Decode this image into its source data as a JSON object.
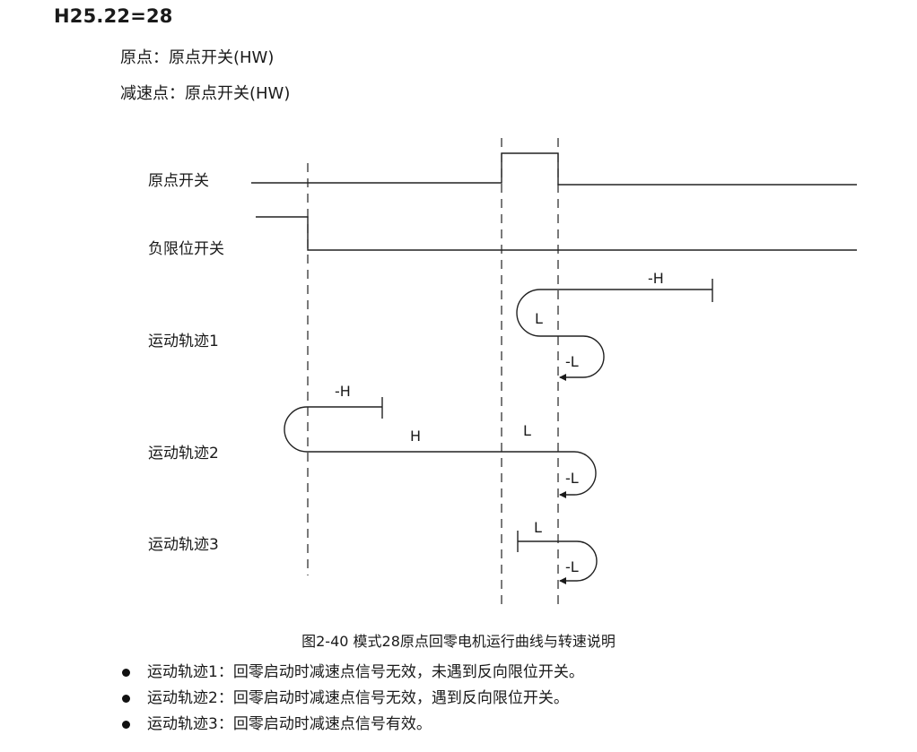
{
  "header": {
    "title": "H25.22=28",
    "origin_line": "原点：原点开关(HW)",
    "decel_line": "减速点：原点开关(HW)"
  },
  "diagram": {
    "signals": {
      "home_switch": "原点开关",
      "neg_limit_switch": "负限位开关"
    },
    "tracks": {
      "track1": {
        "label": "运动轨迹1",
        "segment_labels": [
          "-H",
          "L",
          "-L"
        ]
      },
      "track2": {
        "label": "运动轨迹2",
        "segment_labels": [
          "-H",
          "H",
          "L",
          "-L"
        ]
      },
      "track3": {
        "label": "运动轨迹3",
        "segment_labels": [
          "L",
          "-L"
        ]
      }
    }
  },
  "caption": "图2-40 模式28原点回零电机运行曲线与转速说明",
  "notes": [
    "运动轨迹1：回零启动时减速点信号无效，未遇到反向限位开关。",
    "运动轨迹2：回零启动时减速点信号无效，遇到反向限位开关。",
    "运动轨迹3：回零启动时减速点信号有效。"
  ]
}
